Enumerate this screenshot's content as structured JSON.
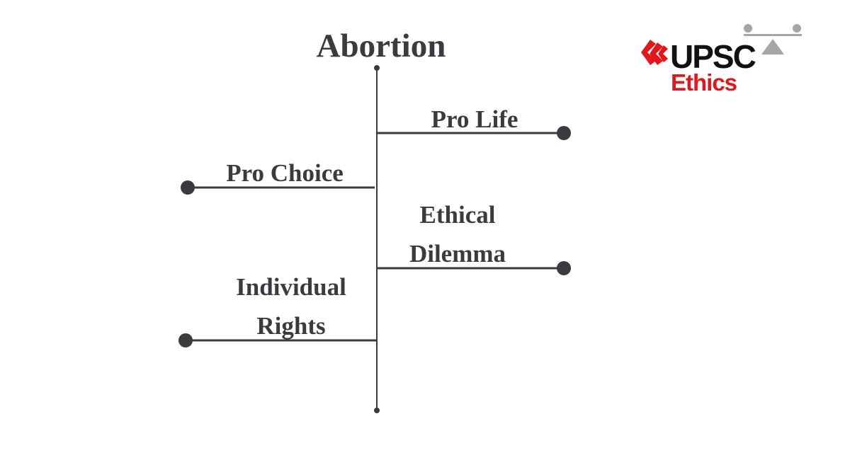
{
  "title": "Abortion",
  "branches": [
    {
      "lines": [
        "Pro Life"
      ],
      "side": "right"
    },
    {
      "lines": [
        "Pro Choice"
      ],
      "side": "left"
    },
    {
      "lines": [
        "Ethical",
        "Dilemma"
      ],
      "side": "right"
    },
    {
      "lines": [
        "Individual",
        "Rights"
      ],
      "side": "left"
    }
  ],
  "logo": {
    "word1": "UPSC",
    "word2": "Ethics"
  },
  "colors": {
    "ink": "#3a3b3e",
    "brand_red": "#e3161b",
    "logo_gray": "#a6a6a6"
  }
}
